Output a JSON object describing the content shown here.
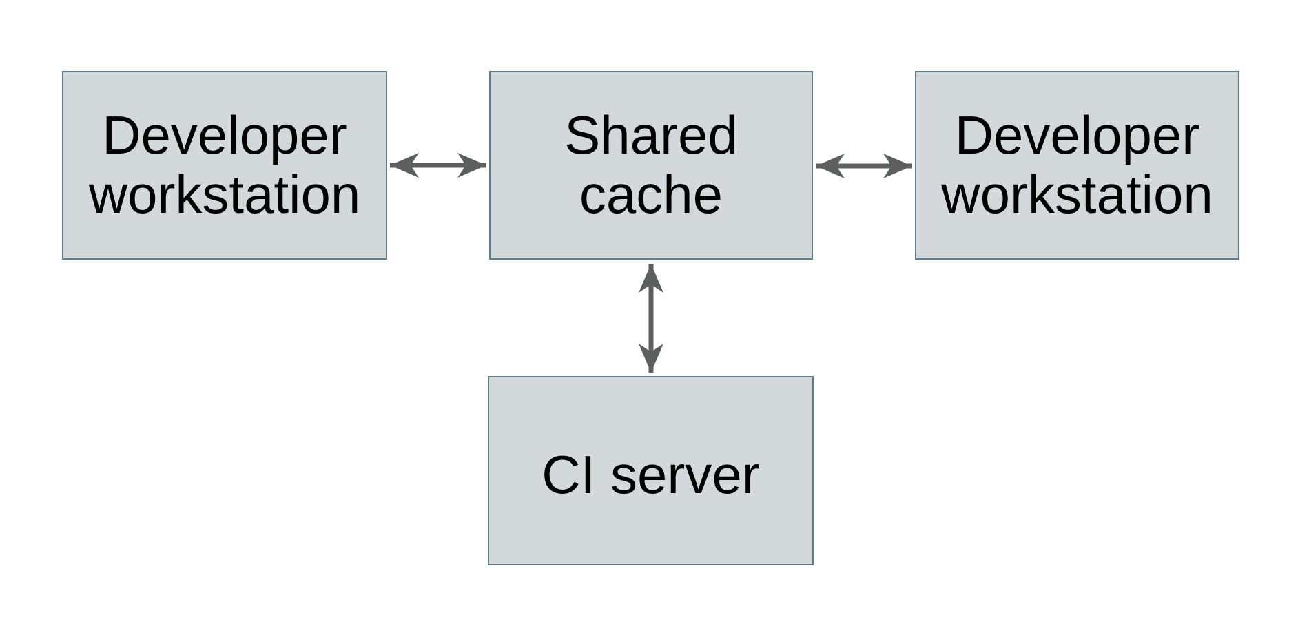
{
  "diagram": {
    "type": "architecture-diagram",
    "colors": {
      "background": "#ffffff",
      "node_fill": "#d3d9db",
      "node_border": "#5f7d8c",
      "arrow": "#5c5e60",
      "text": "#000000"
    },
    "nodes": {
      "dev_left": {
        "label": "Developer workstation",
        "lines": [
          "Developer",
          "workstation"
        ]
      },
      "cache": {
        "label": "Shared cache",
        "lines": [
          "Shared",
          "cache"
        ]
      },
      "dev_right": {
        "label": "Developer workstation",
        "lines": [
          "Developer",
          "workstation"
        ]
      },
      "ci": {
        "label": "CI server",
        "lines": [
          "CI server"
        ]
      }
    },
    "edges": [
      {
        "from": "dev_left",
        "to": "cache",
        "direction": "bidirectional"
      },
      {
        "from": "cache",
        "to": "dev_right",
        "direction": "bidirectional"
      },
      {
        "from": "cache",
        "to": "ci",
        "direction": "bidirectional"
      }
    ]
  }
}
